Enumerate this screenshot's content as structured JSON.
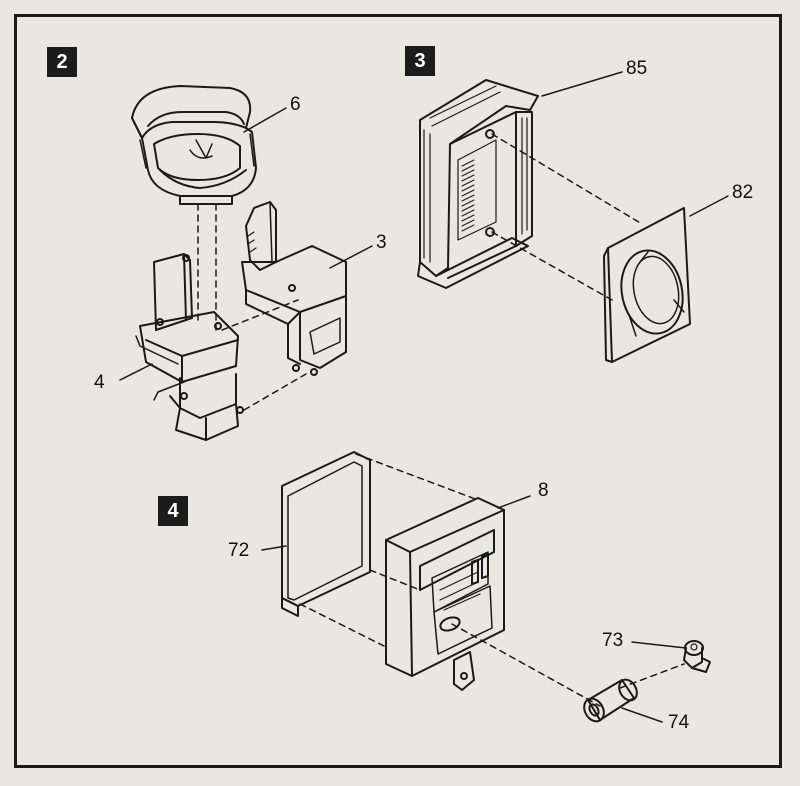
{
  "steps": [
    {
      "label": "2"
    },
    {
      "label": "3"
    },
    {
      "label": "4"
    }
  ],
  "parts": [
    {
      "label": "6"
    },
    {
      "label": "3"
    },
    {
      "label": "4"
    },
    {
      "label": "85"
    },
    {
      "label": "82"
    },
    {
      "label": "8"
    },
    {
      "label": "72"
    },
    {
      "label": "73"
    },
    {
      "label": "74"
    }
  ],
  "colors": {
    "paper": "#e9e7e2",
    "ink": "#1a1a1a",
    "badge": "#1c1c1c",
    "bleed": "#b9b6b0"
  }
}
